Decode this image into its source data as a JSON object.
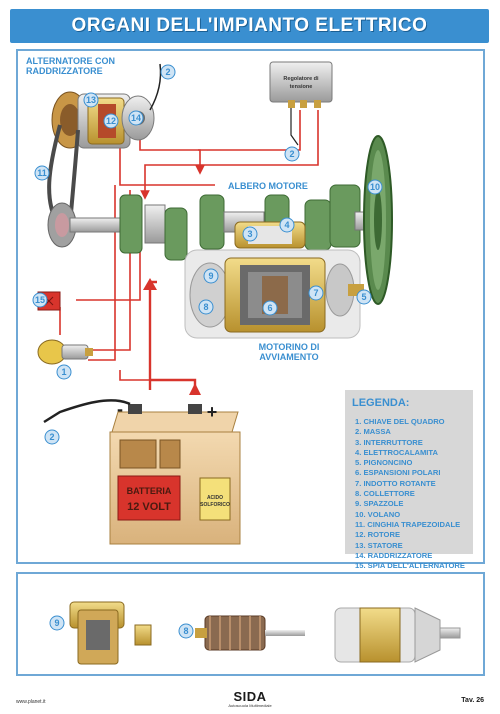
{
  "title": "ORGANI DELL'IMPIANTO ELETTRICO",
  "labels": {
    "alternator_line1": "ALTERNATORE CON",
    "alternator_line2": "RADDRIZZATORE",
    "regulator_line1": "Regolatore di",
    "regulator_line2": "tensione",
    "crankshaft": "ALBERO MOTORE",
    "starter_line1": "MOTORINO DI",
    "starter_line2": "AVVIAMENTO",
    "battery_line1": "BATTERIA",
    "battery_line2": "12 VOLT",
    "acid_line1": "ACIDO",
    "acid_line2": "SOLFORICO",
    "minus": "-",
    "plus": "+"
  },
  "callouts": {
    "c1": "1",
    "c2a": "2",
    "c2b": "2",
    "c2c": "2",
    "c3": "3",
    "c4": "4",
    "c5": "5",
    "c6": "6",
    "c7": "7",
    "c8": "8",
    "c8b": "8",
    "c9": "9",
    "c9b": "9",
    "c10": "10",
    "c11": "11",
    "c12": "12",
    "c13": "13",
    "c14": "14",
    "c15": "15"
  },
  "legend": {
    "title": "LEGENDA:",
    "items": [
      "1. CHIAVE DEL QUADRO",
      "2. MASSA",
      "3. INTERRUTTORE",
      "4. ELETTROCALAMITA",
      "5. PIGNONCINO",
      "6. ESPANSIONI POLARI",
      "7. INDOTTO ROTANTE",
      "8. COLLETTORE",
      "9. SPAZZOLE",
      "10. VOLANO",
      "11. CINGHIA TRAPEZOIDALE",
      "12. ROTORE",
      "13. STATORE",
      "14. RADDRIZZATORE",
      "15. SPIA DELL'ALTERNATORE"
    ]
  },
  "footer": {
    "website": "www.planet.it",
    "logo": "SIDA",
    "logo_sub": "Autoscuola Multimediale",
    "plate": "Tav. 26"
  },
  "colors": {
    "accent": "#3a8fd0",
    "wire": "#d8342c",
    "legend_bg": "#d7d7d7",
    "engine_green": "#6a9a5e",
    "brass": "#d8b548"
  }
}
